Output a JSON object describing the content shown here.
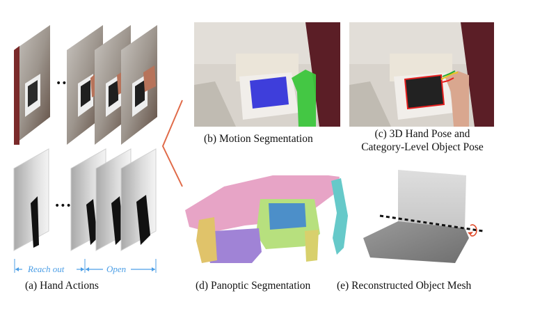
{
  "captions": {
    "a": "(a) Hand Actions",
    "b": "(b) Motion Segmentation",
    "c_line1": "(c) 3D Hand Pose  and",
    "c_line2": "Category-Level Object Pose",
    "d": "(d) Panoptic Segmentation",
    "e": "(e) Reconstructed Object Mesh"
  },
  "actions": {
    "reach": "Reach out",
    "open": "Open"
  },
  "ellipsis": "•••",
  "colors": {
    "action_label": "#4b9ee6",
    "connector": "#e06a48"
  }
}
